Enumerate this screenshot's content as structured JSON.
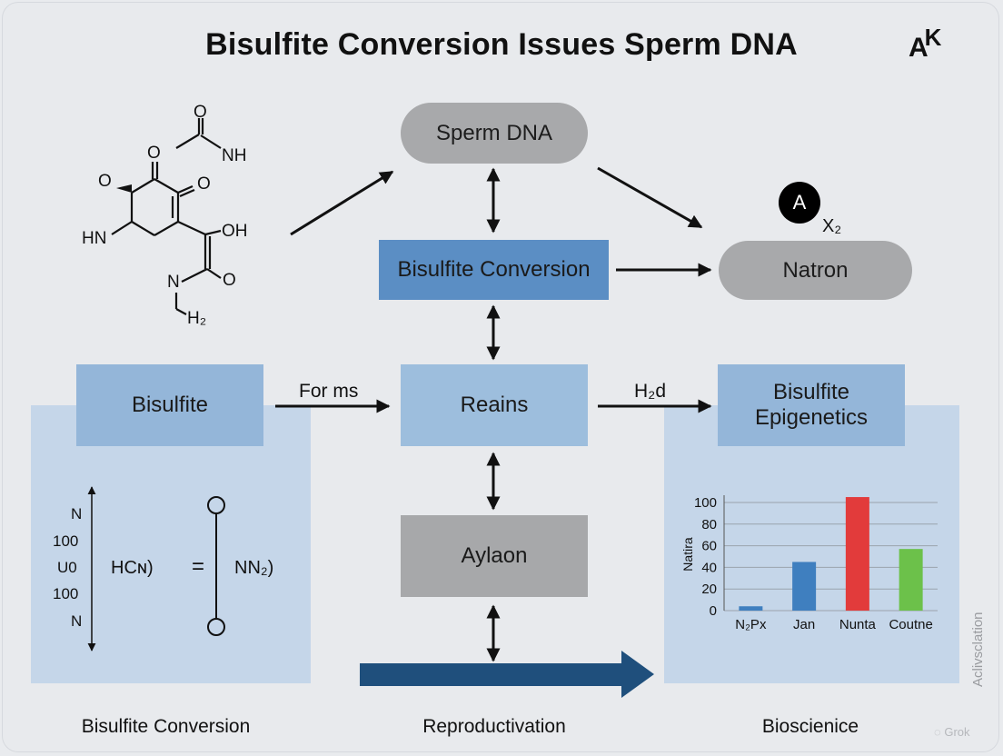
{
  "title": "Bisulfite Conversion Issues Sperm DNA",
  "logo": {
    "a": "A",
    "k": "K"
  },
  "nodes": {
    "sperm_dna": "Sperm DNA",
    "bisulfite_conversion": "Bisulfite Conversion",
    "natron": "Natron",
    "bisulfite": "Bisulfite",
    "reains": "Reains",
    "bisulfite_epigenetics_line1": "Bisulfite",
    "bisulfite_epigenetics_line2": "Epigenetics",
    "aylaon": "Aylaon"
  },
  "badge": {
    "letter": "A",
    "label": "X₂"
  },
  "arrow_labels": {
    "for_ms": "For ms",
    "h2d": "H₂d"
  },
  "molecule": {
    "o_top": "O",
    "nh_top": "NH",
    "o_left_ring": "O",
    "o_ring": "O",
    "o_ring2": "O",
    "hn": "HN",
    "oh": "OH",
    "o_lower": "O",
    "n_lower": "N",
    "h2": "H₂"
  },
  "left_panel": {
    "axis_ticks": [
      "N",
      "100",
      "U0",
      "100",
      "N"
    ],
    "hcn": "HCɴ)",
    "equals": "=",
    "nn2": "NN₂)"
  },
  "chart_data": {
    "type": "bar",
    "categories": [
      "N₂Px",
      "Jan",
      "Nunta",
      "Coutne"
    ],
    "values": [
      4,
      45,
      105,
      57
    ],
    "colors": [
      "#3f7fbf",
      "#3f7fbf",
      "#e23b3b",
      "#6cc14a"
    ],
    "ylabel": "Natira",
    "ylim": [
      0,
      105
    ],
    "yticks": [
      0,
      20,
      40,
      60,
      80,
      100
    ],
    "grid": true
  },
  "captions": {
    "left": "Bisulfite Conversion",
    "center": "Reproductivation",
    "right": "Bioscienice"
  },
  "side_label": "Aclivsclation",
  "watermark": "Grok"
}
